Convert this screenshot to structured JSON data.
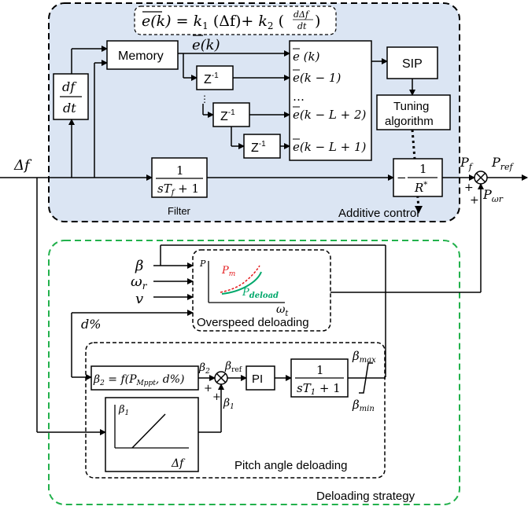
{
  "equation": {
    "lhs": "e(k)",
    "eq": "= ",
    "k1": "k",
    "k1_sub": "1",
    "term1": " (Δf)+",
    "k2": "k",
    "k2_sub": "2",
    "open": " (",
    "frac_num": "dΔf",
    "frac_den": "dt",
    "close": ")"
  },
  "additive": {
    "region_label": "Additive control",
    "derivative_num": "df",
    "derivative_den": "dt",
    "memory_label": "Memory",
    "memory_out": "e(k)",
    "delay_label": "Z",
    "delay_exp": "-1",
    "dots_small": "⋮",
    "stack": [
      "e (k)",
      "e(k − 1)",
      "…",
      "e(k − L + 2)",
      "e(k − L + 1)"
    ],
    "sip_label": "SIP",
    "tuning_line1": "Tuning",
    "tuning_line2": "algorithm",
    "filter_num": "1",
    "filter_den_s": "sT",
    "filter_den_sub": "f",
    "filter_den_rest": " + 1",
    "filter_label": "Filter",
    "gain_minus": "−",
    "gain_num": "1",
    "gain_den": "R",
    "gain_den_sup": "*"
  },
  "signals": {
    "input": "Δf",
    "pf": "P",
    "pf_sub": "f",
    "pref": "P",
    "pref_sub": "ref",
    "pwr": "P",
    "pwr_sub": "ωr",
    "plus1": "+",
    "plus2": "+"
  },
  "deloading": {
    "region_label": "Deloading strategy",
    "beta": "β",
    "omega": "ω",
    "omega_sub": "r",
    "v": "v",
    "d_percent": "d%",
    "overspeed_label": "Overspeed deloading",
    "plot_p": "P",
    "plot_pm": "P",
    "plot_pm_sub": "m",
    "plot_pdel": "P",
    "plot_pdel_sub": "deload",
    "plot_omega": "ω",
    "plot_omega_sub": "t",
    "pitch_label": "Pitch angle deloading",
    "beta2_box": "β",
    "beta2_box_sub": "2",
    "beta2_box_rest": " = f(P",
    "beta2_box_sub2": "Mppt",
    "beta2_box_end": ", d%)",
    "beta2_sig": "β",
    "beta2_sig_sub": "2",
    "beta_ref": "β",
    "beta_ref_sub": "ref",
    "plus_a": "+",
    "plus_b": "+",
    "pi_label": "PI",
    "lag_num": "1",
    "lag_den_s": "sT",
    "lag_den_sub": "1",
    "lag_den_rest": " + 1",
    "beta_max": "β",
    "beta_max_sub": "max",
    "beta_min": "β",
    "beta_min_sub": "min",
    "beta1_sig": "β",
    "beta1_sig_sub": "1",
    "beta1_plot": "β",
    "beta1_plot_sub": "1",
    "plot_x": "Δf"
  },
  "colors": {
    "additive_fill": "#dbe5f3",
    "deloading_border": "#22b14c",
    "pm_curve": "#e31a1c",
    "pdeload_curve": "#00a86b"
  }
}
